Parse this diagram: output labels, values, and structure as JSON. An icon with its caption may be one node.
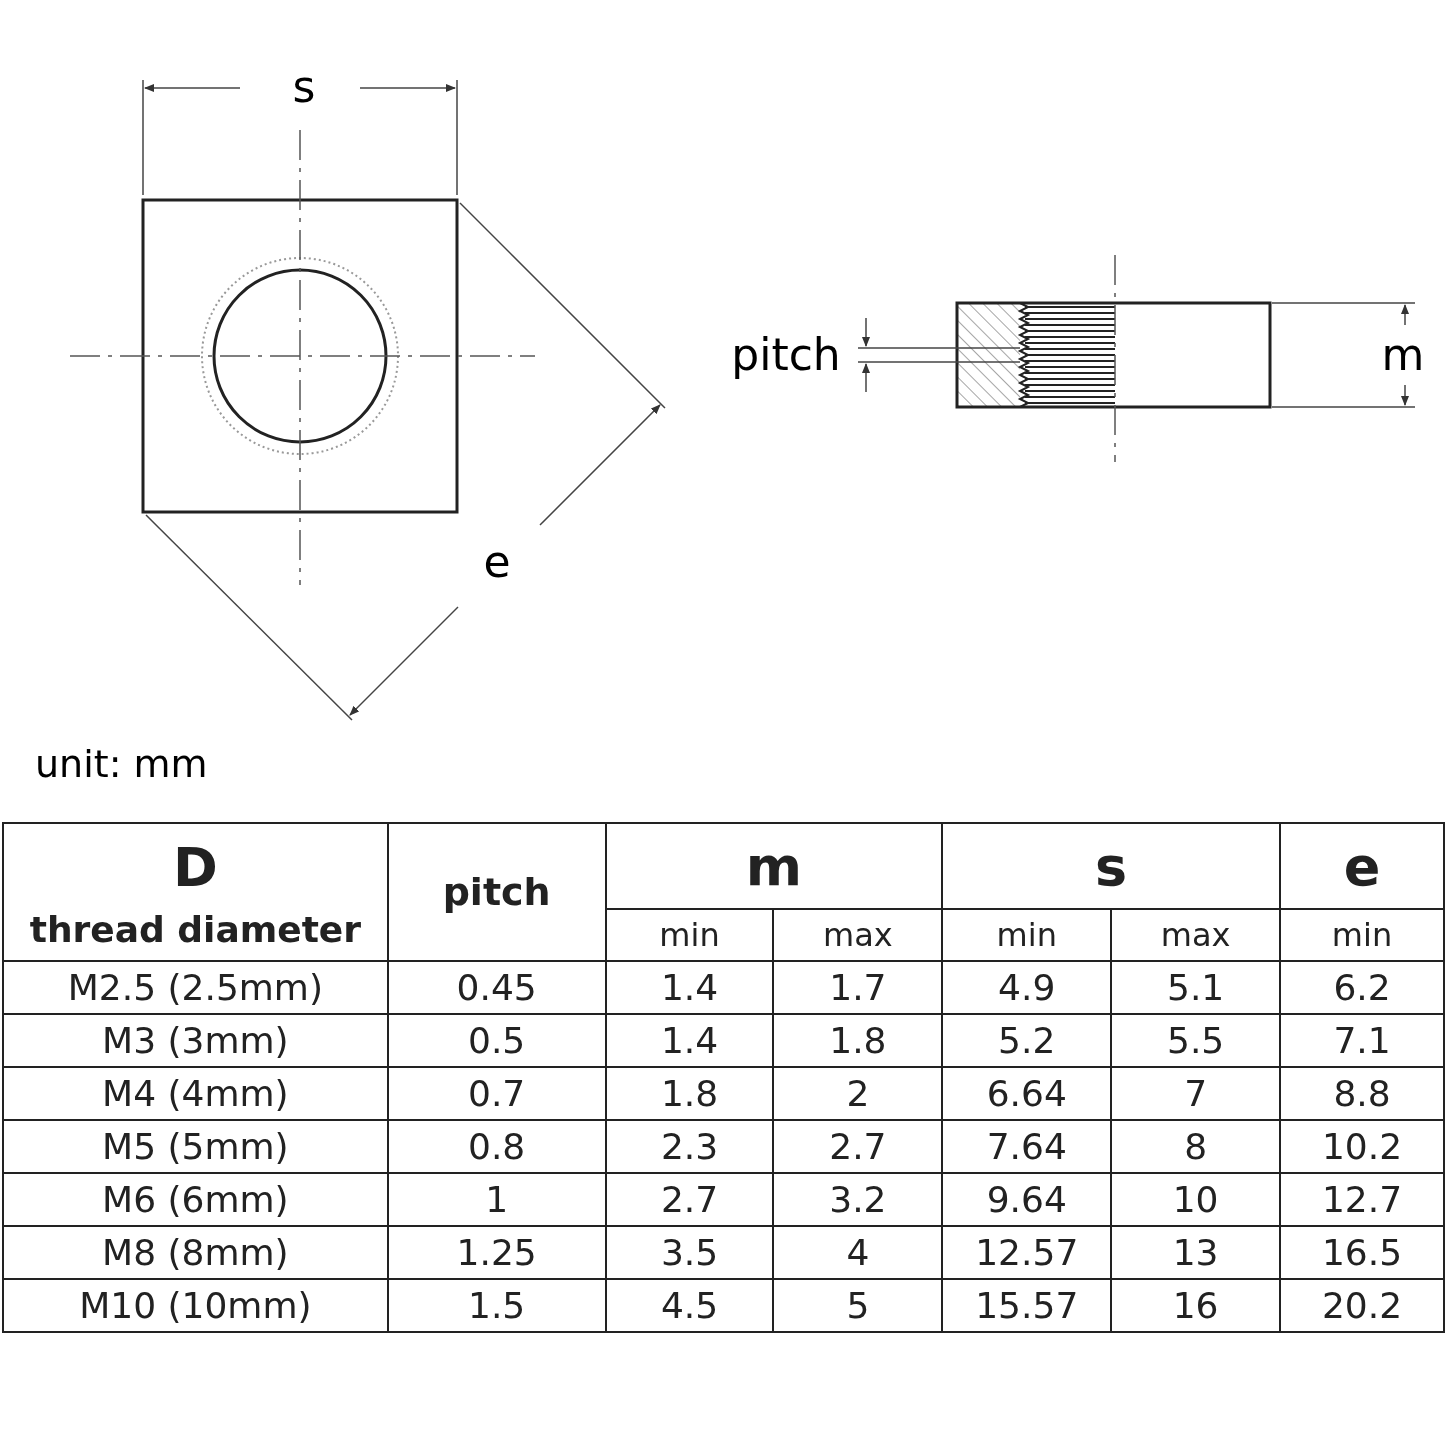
{
  "diagram": {
    "labels": [
      "s",
      "pitch",
      "m",
      "e",
      "unit: mm",
      "D",
      "thread diameter",
      "pitch",
      "m",
      "s",
      "e",
      "min",
      "max",
      "min",
      "max",
      "min",
      "M2.5 (2.5mm)",
      "0.45",
      "1.4",
      "1.7",
      "4.9",
      "5.1",
      "6.2",
      "M3 (3mm)",
      "0.5",
      "1.4",
      "1.8",
      "5.2",
      "5.5",
      "7.1",
      "M4 (4mm)",
      "0.7",
      "1.8",
      "2",
      "6.64",
      "7",
      "8.8",
      "M5 (5mm)",
      "0.8",
      "2.3",
      "2.7",
      "7.64",
      "8",
      "10.2",
      "M6 (6mm)",
      "1",
      "2.7",
      "3.2",
      "9.64",
      "10",
      "12.7",
      "M8 (8mm)",
      "1.25",
      "3.5",
      "4",
      "12.57",
      "13",
      "16.5",
      "M10 (10mm)",
      "1.5",
      "4.5",
      "5",
      "15.57",
      "16",
      "20.2"
    ]
  }
}
